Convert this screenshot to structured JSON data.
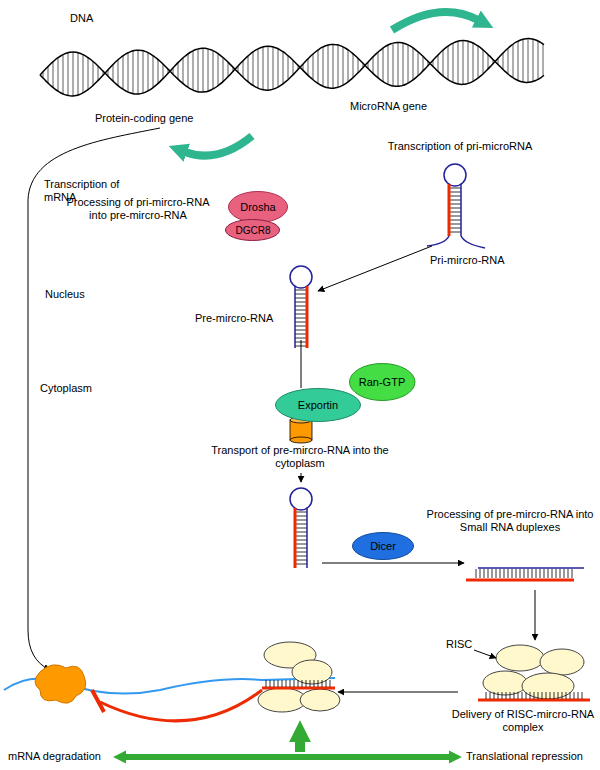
{
  "diagram": {
    "nodes": [
      {
        "text": [
          "Nucleus"
        ]
      },
      {
        "text": [
          "Drosha"
        ],
        "in": 0
      },
      {
        "text": [
          "DGCR8"
        ],
        "in": 0
      },
      {
        "text": [
          "Exportin"
        ]
      },
      {
        "text": [
          "Ran-GTP"
        ]
      },
      {
        "text": [
          "Dicer"
        ]
      }
    ],
    "labels": [
      "DNA",
      "MicroRNA gene",
      "Protein-coding gene",
      "Transcription of mRNA",
      "Transcription of pri-microRNA",
      "Processing of pri-mircro-RNA into pre-mircro-RNA",
      "Pri-mircro-RNA",
      "Pre-mircro-RNA",
      "Cytoplasm",
      "Transport of pre-mircro-RNA into the cytoplasm",
      "Processing of pre-mircro-RNA into Small RNA duplexes",
      "RISC",
      "Delivery of RISC-mircro-RNA complex",
      "mRNA degradation",
      "Translational repression"
    ]
  }
}
